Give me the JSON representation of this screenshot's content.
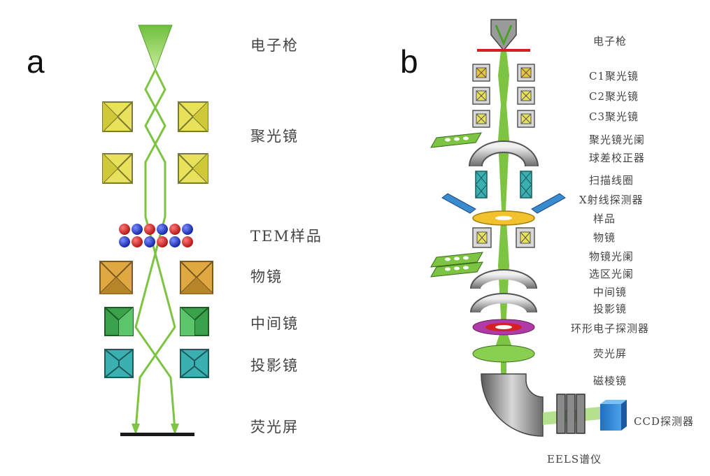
{
  "panel_a": {
    "letter": "a",
    "labels": [
      "电子枪",
      "聚光镜",
      "TEM样品",
      "物镜",
      "中间镜",
      "投影镜",
      "荧光屏"
    ]
  },
  "panel_b": {
    "letter": "b",
    "labels": [
      "电子枪",
      "C1聚光镜",
      "C2聚光镜",
      "C3聚光镜",
      "聚光镜光阑",
      "球差校正器",
      "扫描线圈",
      "X射线探测器",
      "样品",
      "物镜",
      "物镜光阑",
      "选区光阑",
      "中间镜",
      "投影镜",
      "环形电子探测器",
      "荧光屏",
      "磁棱镜"
    ],
    "eels_label": "EELS谱仪",
    "ccd_label": "CCD探测器"
  },
  "colors": {
    "beam": "#7dc443",
    "condenser_a": "#e8e25a",
    "objective_a": "#e0a840",
    "intermediate_a": "#3aa24a",
    "projector_a": "#3ab0b0",
    "screen": "#1a1a1a",
    "aperture_red": "#d42020",
    "sample_yellow": "#f2c22c",
    "annular_purple": "#b03aa8",
    "xray_blue": "#3a8ad0",
    "ccd_blue": "#2a86d8",
    "prism_gray": "#8a8a8a"
  }
}
